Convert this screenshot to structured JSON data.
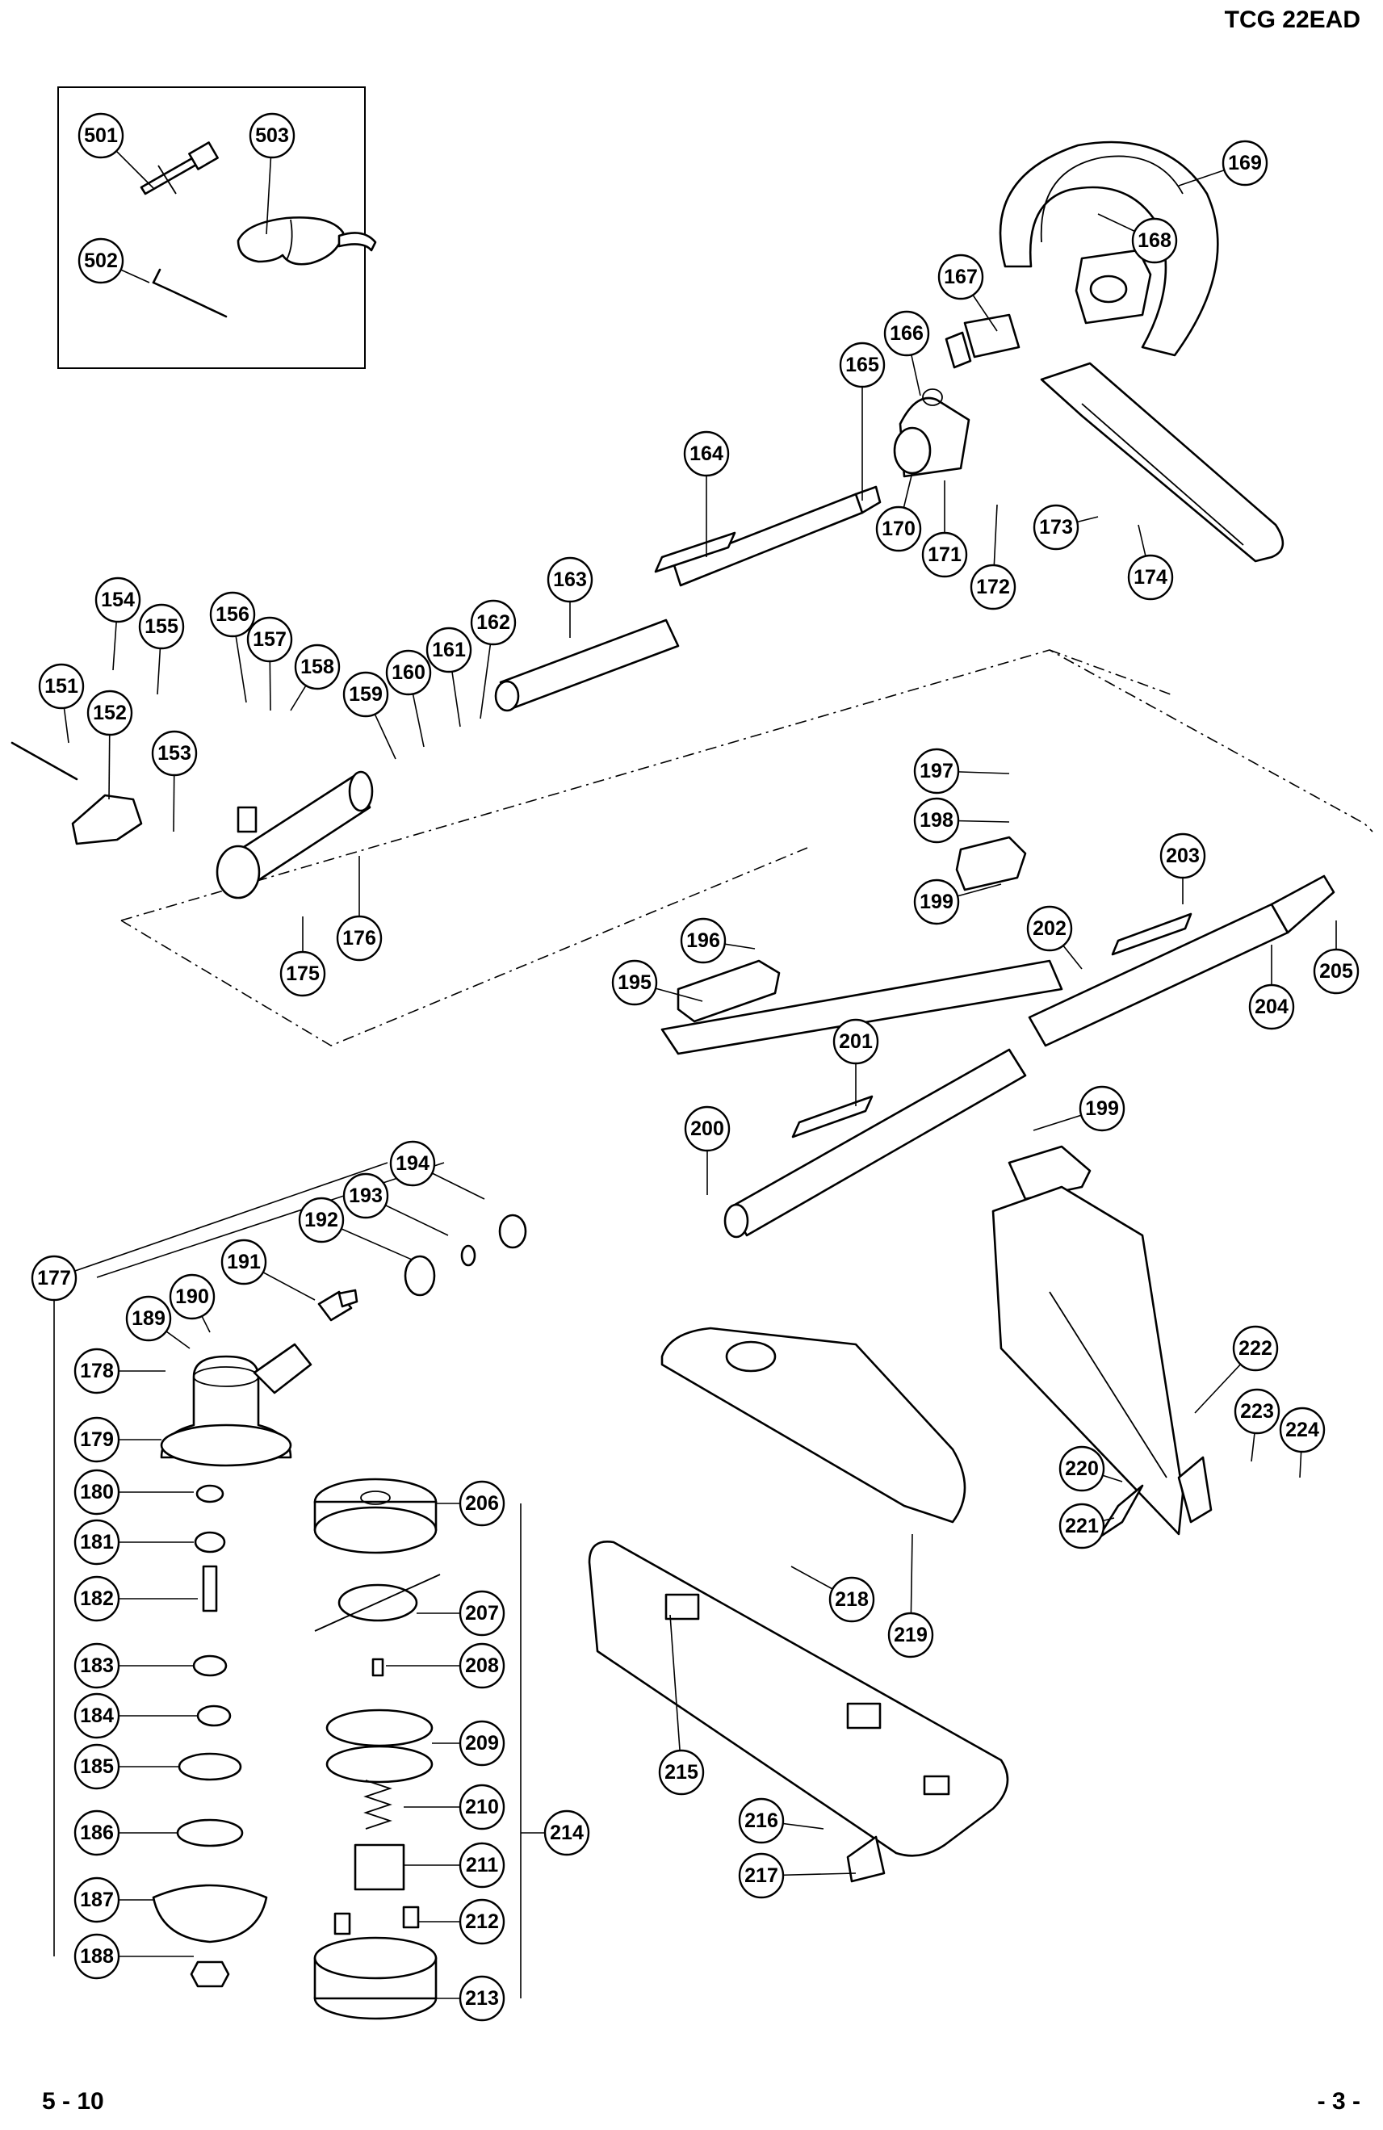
{
  "header": {
    "model": "TCG  22EAD",
    "page_left": "5 - 10",
    "page_right": "- 3 -"
  },
  "callouts": [
    "501",
    "503",
    "502",
    "169",
    "168",
    "167",
    "166",
    "165",
    "164",
    "170",
    "171",
    "172",
    "173",
    "174",
    "163",
    "154",
    "155",
    "156",
    "157",
    "158",
    "151",
    "152",
    "153",
    "159",
    "160",
    "161",
    "162",
    "176",
    "175",
    "197",
    "198",
    "199",
    "203",
    "196",
    "195",
    "202",
    "205",
    "204",
    "201",
    "199",
    "200",
    "194",
    "193",
    "192",
    "191",
    "190",
    "189",
    "177",
    "178",
    "179",
    "180",
    "181",
    "182",
    "183",
    "184",
    "185",
    "186",
    "187",
    "188",
    "206",
    "207",
    "208",
    "209",
    "210",
    "211",
    "212",
    "213",
    "214",
    "222",
    "223",
    "224",
    "220",
    "221",
    "218",
    "219",
    "215",
    "216",
    "217"
  ]
}
